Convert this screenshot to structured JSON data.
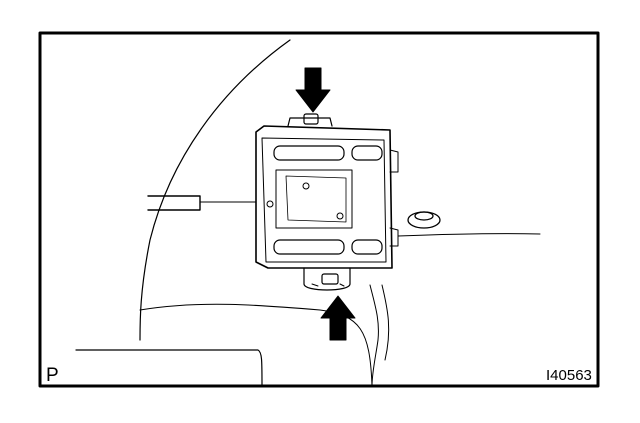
{
  "figure": {
    "corner_code": "P",
    "figure_id": "I40563"
  },
  "colors": {
    "ink": "#000000",
    "paper": "#ffffff"
  },
  "callouts": [
    "down-arrow",
    "up-arrow"
  ]
}
